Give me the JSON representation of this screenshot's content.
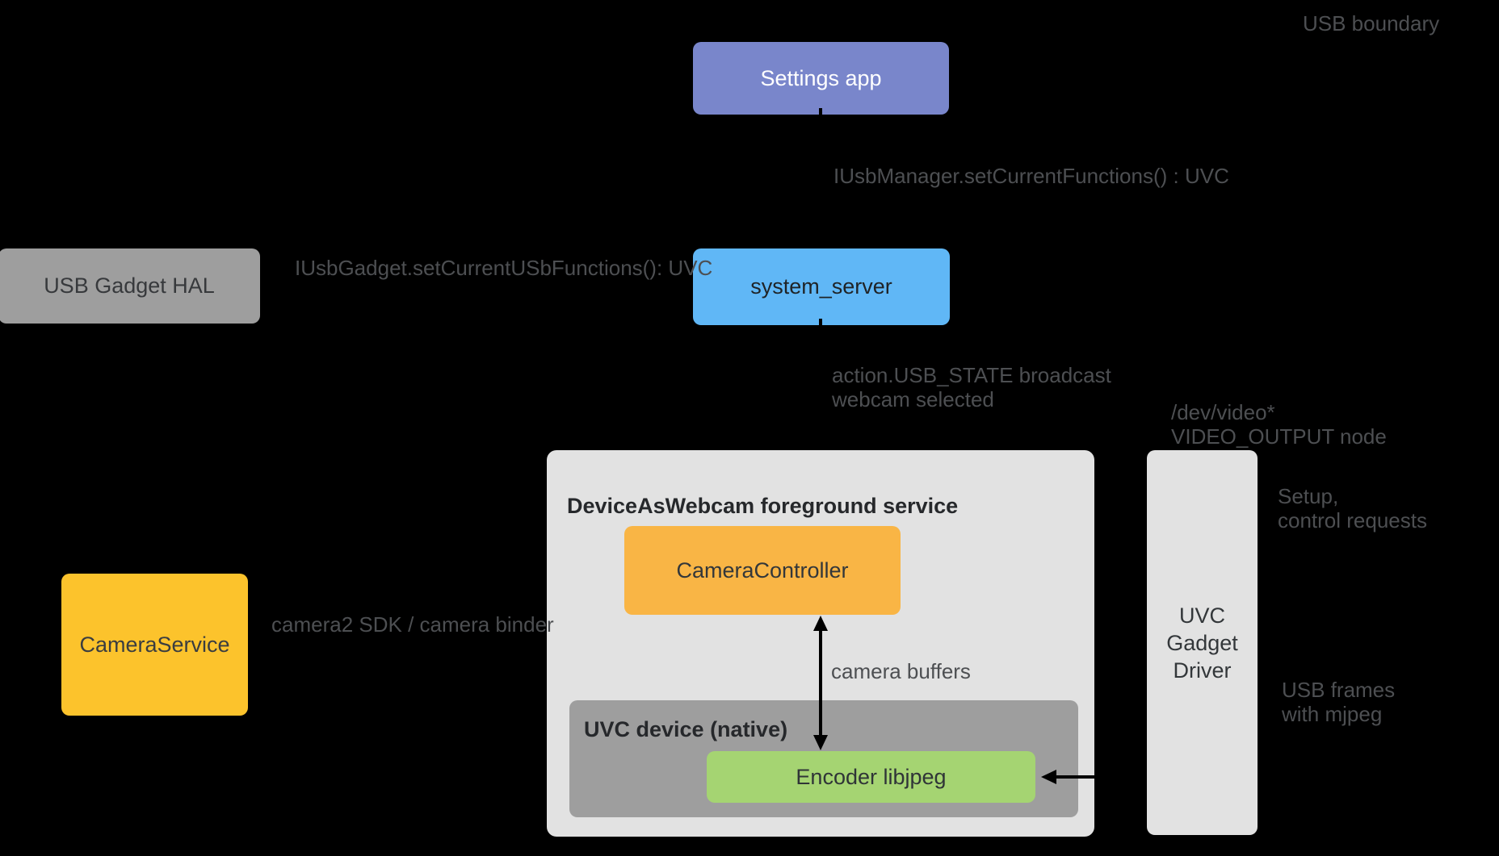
{
  "labels": {
    "usb_boundary": "USB boundary",
    "iusbmanager": "IUsbManager.setCurrentFunctions() : UVC",
    "iusbgadget": "IUsbGadget.setCurrentUSbFunctions(): UVC",
    "action_usb_state_line1": "action.USB_STATE broadcast",
    "action_usb_state_line2": "webcam selected",
    "dev_video_line1": "/dev/video*",
    "dev_video_line2": "VIDEO_OUTPUT node",
    "setup_line1": "Setup,",
    "setup_line2": "control requests",
    "usb_frames_line1": "USB frames",
    "usb_frames_line2": "with mjpeg",
    "camera2_sdk": "camera2 SDK / camera binder",
    "camera_buffers": "camera buffers"
  },
  "nodes": {
    "settings_app": {
      "label": "Settings app",
      "color": "#7986CB"
    },
    "system_server": {
      "label": "system_server",
      "color": "#60B7F6"
    },
    "usb_gadget_hal": {
      "label": "USB Gadget HAL",
      "color": "#9E9E9E"
    },
    "camera_service": {
      "label": "CameraService",
      "color": "#FCC32C"
    },
    "daw_container": {
      "label": "DeviceAsWebcam foreground service",
      "color": "#E2E2E2"
    },
    "camera_controller": {
      "label": "CameraController",
      "color": "#F9B545"
    },
    "uvc_device": {
      "label": "UVC device (native)",
      "color": "#9E9E9E"
    },
    "encoder": {
      "label": "Encoder libjpeg",
      "color": "#A5D472"
    },
    "uvc_gadget_driver": {
      "label_line1": "UVC",
      "label_line2": "Gadget",
      "label_line3": "Driver",
      "color": "#E2E2E2"
    }
  },
  "colors": {
    "background": "#000000",
    "annotation_text": "#4D4F52",
    "arrow": "#000000"
  }
}
